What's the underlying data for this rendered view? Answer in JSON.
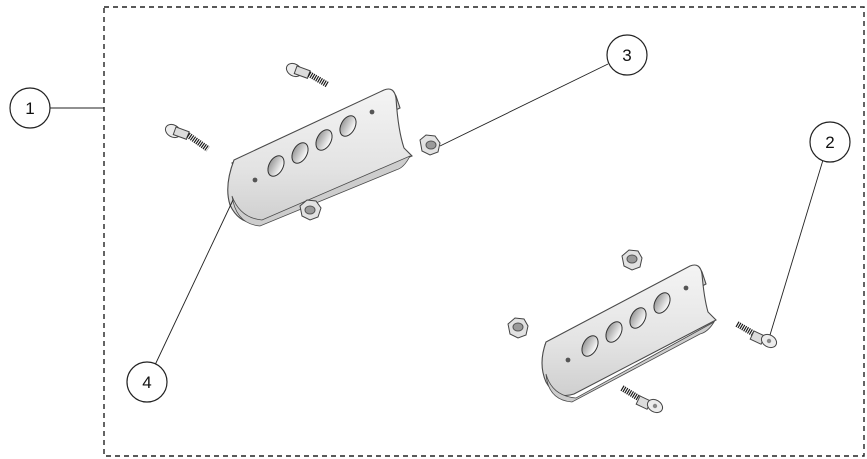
{
  "diagram": {
    "callouts": [
      {
        "id": "frame-callout",
        "label": "1"
      },
      {
        "id": "bolt-callout",
        "label": "2"
      },
      {
        "id": "nut-callout",
        "label": "3"
      },
      {
        "id": "bracket-callout",
        "label": "4"
      }
    ],
    "colors": {
      "line": "#222222",
      "part_fill": "#e6e6e6",
      "part_shade": "#c9c9c9",
      "thread": "#1a1a1a"
    }
  }
}
